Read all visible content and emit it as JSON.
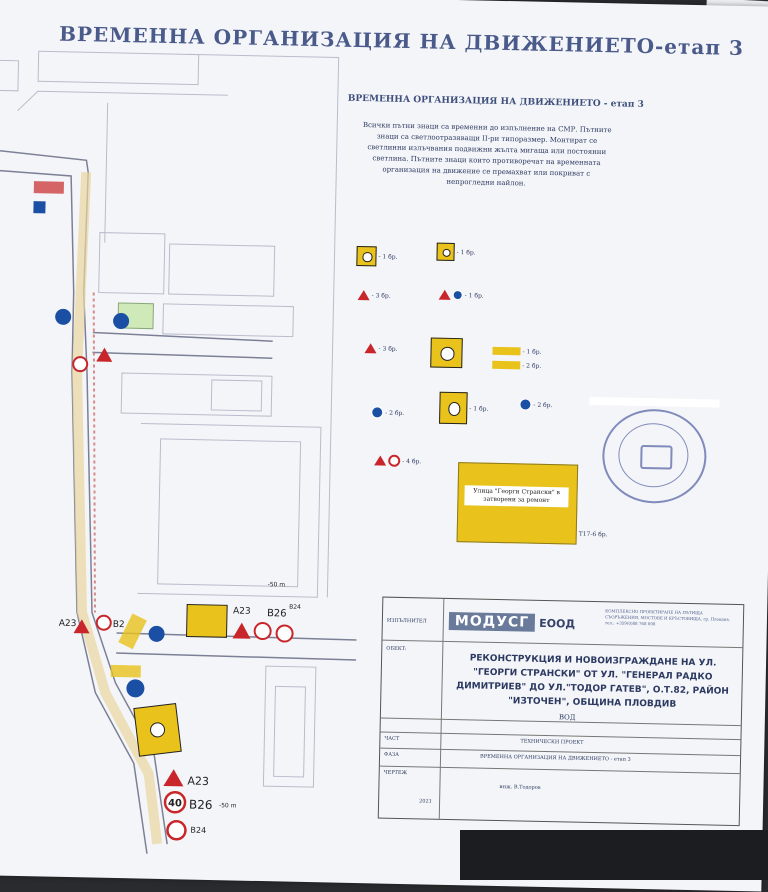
{
  "document": {
    "title": "ВРЕМЕННА ОРГАНИЗАЦИЯ НА ДВИЖЕНИЕТО-етап 3",
    "subtitle": "ВРЕМЕННА ОРГАНИЗАЦИЯ НА ДВИЖЕНИЕТО - етап 3",
    "note": "Всички пътни знаци са временни до изпълнение на СМР. Пътните знаци са светлоотразяващи II-ри типоразмер. Монтират се светлинни излъчвания подвижни жълта мигаща или постоянни светлина. Пътните знаци които противоречат на временната организация на движение се премахват или покриват с непрогледни найлон."
  },
  "legend": [
    {
      "label": "- 1 бр."
    },
    {
      "label": "- 1 бр."
    },
    {
      "label": "- 3 бр."
    },
    {
      "label": "- 1 бр."
    },
    {
      "label": "- 3 бр."
    },
    {
      "label": "- 1 бр."
    },
    {
      "label": "- 2 бр."
    },
    {
      "label": "- 2 бр."
    },
    {
      "label": "- 1 бр."
    },
    {
      "label": "- 2 бр."
    },
    {
      "label": "- 4 бр."
    }
  ],
  "sign_plate": {
    "text": "Улица \"Георги Странски\" в затворени за ремонт",
    "count": "Т17-6 бр."
  },
  "map_labels": {
    "a23_left": "A23",
    "b2": "B2",
    "a23_mid": "A23",
    "b26_mid": "B26",
    "b24_mid": "B24",
    "dist_50": "-50 m",
    "a23_bottom": "A23",
    "speed": "40",
    "b26_bottom": "B26",
    "dist_bottom": "-50 m",
    "b24_bottom": "B24"
  },
  "title_block": {
    "logo": "МОДУСГ",
    "logo_suffix": "ЕООД",
    "company_info": "КОМПЛЕКСНО ПРОЕКТИРАНЕ НА ПЪТИЩА СЪОРЪЖЕНИЯ, МОСТОВЕ И КРЪСТОВИЩА, гр. Пловдив, тел.: +359(0)88 768 008",
    "designer_label": "ИЗПЪЛНИТЕЛ",
    "object_label": "ОБЕКТ:",
    "project": "РЕКОНСТРУКЦИЯ И НОВОИЗГРАЖДАНЕ НА УЛ. \"ГЕОРГИ СТРАНСКИ\" ОТ УЛ. \"ГЕНЕРАЛ РАДКО ДИМИТРИЕВ\" ДО УЛ.\"ТОДОР ГАТЕВ\", О.Т.82, РАЙОН \"ИЗТОЧЕН\", ОБЩИНА ПЛОВДИВ",
    "section": "ВОД",
    "part_label": "ЧАСТ",
    "part_value": "ТЕХНИЧЕСКИ ПРОЕКТ",
    "phase_label": "ФАЗА",
    "phase_value": "ВРЕМЕННА ОРГАНИЗАЦИЯ НА ДВИЖЕНИЕТО - етап 3",
    "drawing_label": "ЧЕРТЕЖ",
    "author": "инж. В.Тодоров",
    "date": "2021"
  }
}
